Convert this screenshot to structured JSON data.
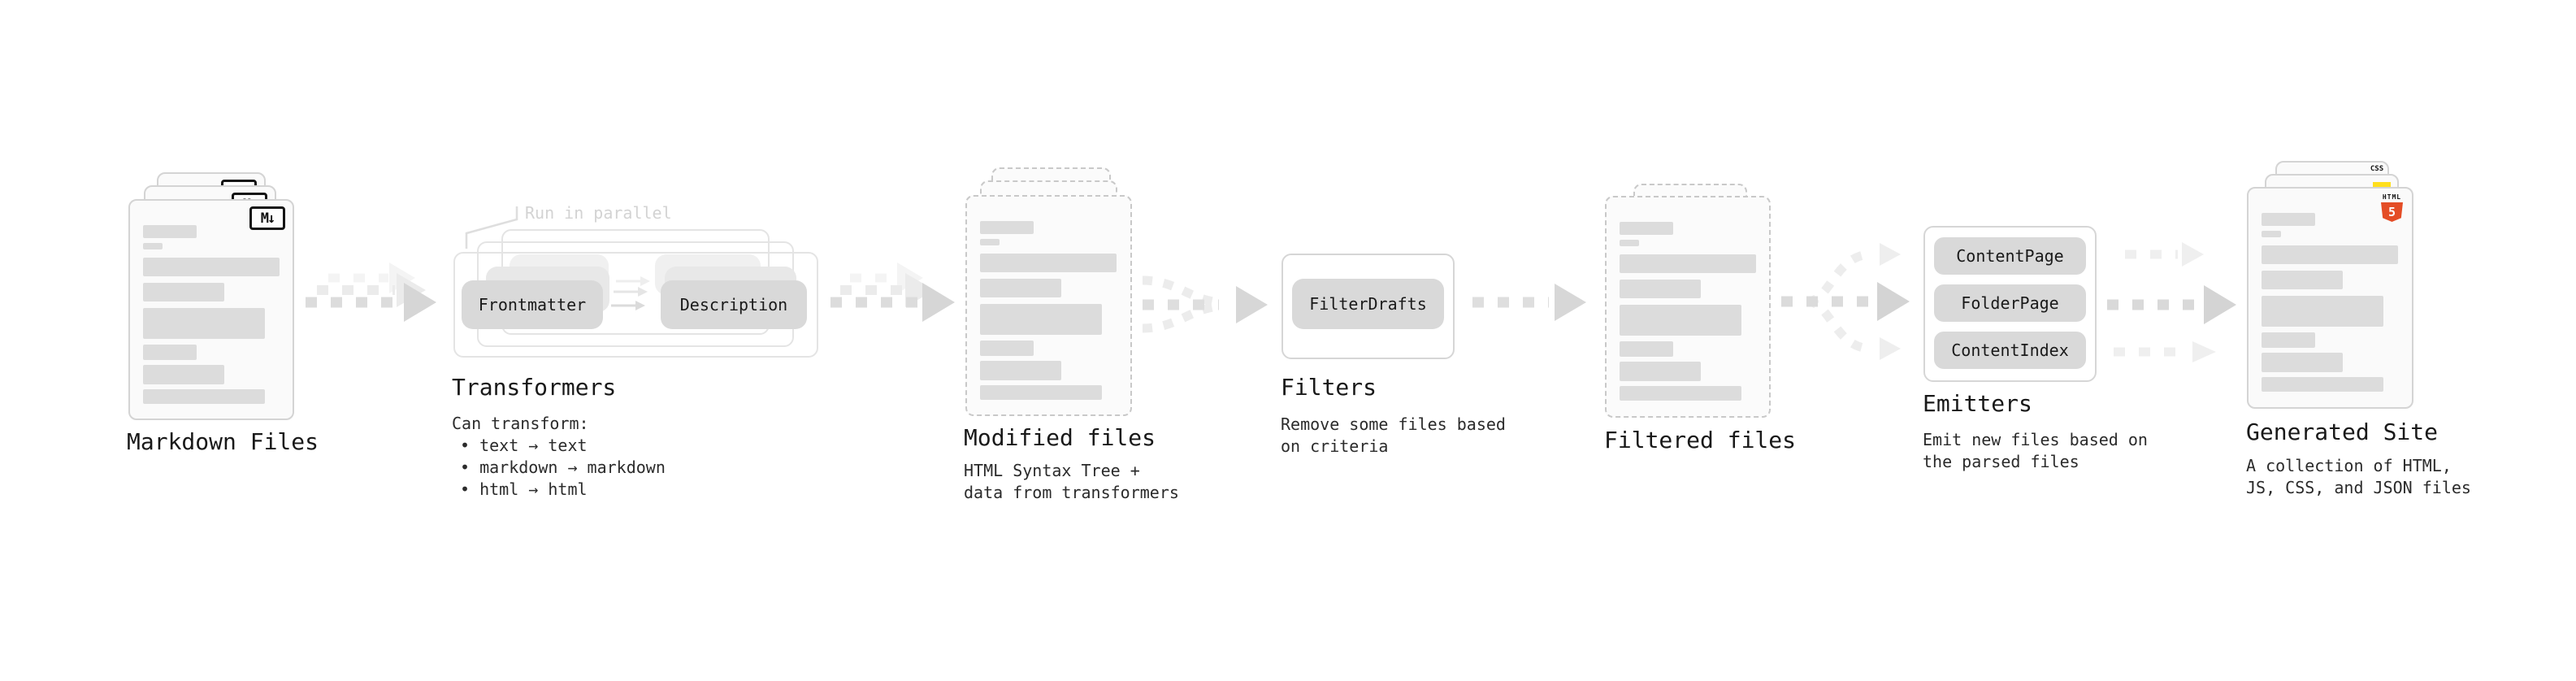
{
  "stages": {
    "markdown": {
      "label": "Markdown Files"
    },
    "transformers": {
      "label": "Transformers",
      "annotation": "Run in parallel",
      "pills": [
        "Frontmatter",
        "Description"
      ],
      "desc_heading": "Can transform:",
      "bullets": [
        "• text → text",
        "• markdown → markdown",
        "• html → html"
      ]
    },
    "modified": {
      "label": "Modified files",
      "desc": [
        "HTML Syntax Tree +",
        "data from transformers"
      ]
    },
    "filters": {
      "label": "Filters",
      "pill": "FilterDrafts",
      "desc": [
        "Remove some files based",
        "on criteria"
      ]
    },
    "filtered": {
      "label": "Filtered files"
    },
    "emitters": {
      "label": "Emitters",
      "pills": [
        "ContentPage",
        "FolderPage",
        "ContentIndex"
      ],
      "desc": [
        "Emit new files based on",
        "the parsed files"
      ]
    },
    "generated": {
      "label": "Generated Site",
      "desc": [
        "A collection of HTML,",
        "JS, CSS, and JSON files"
      ]
    }
  },
  "icons": {
    "markdown": "M↓",
    "html5_wordmark": "HTML",
    "html5_numeral": "5",
    "css_wordmark": "CSS"
  },
  "colors": {
    "html5_orange": "#e44d26",
    "js_yellow": "#ffdf1e",
    "css_blue": "#2e6bf0",
    "pill_gray": "#d9d9d9",
    "arrow_gray": "#d6d6d6",
    "annotation_gray": "#d3d3d3"
  }
}
